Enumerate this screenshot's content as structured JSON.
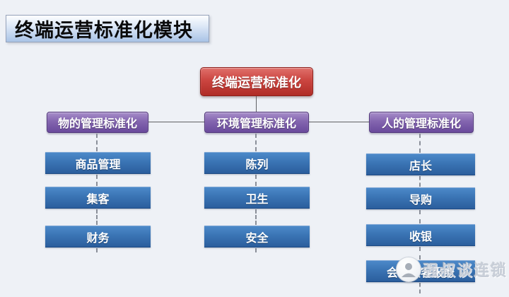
{
  "slide": {
    "title": "终端运营标准化模块"
  },
  "diagram": {
    "root": {
      "label": "终端运营标准化"
    },
    "branches": [
      {
        "label": "物的管理标准化",
        "children": [
          "商品管理",
          "集客",
          "财务"
        ]
      },
      {
        "label": "环境管理标准化",
        "children": [
          "陈列",
          "卫生",
          "安全"
        ]
      },
      {
        "label": "人的管理标准化",
        "children": [
          "店长",
          "导购",
          "收银",
          "会员顾客服务"
        ]
      }
    ]
  },
  "watermark": {
    "text": "强叔谈连锁",
    "logo": "person-badge-icon"
  },
  "colors": {
    "background": "#eef1f6",
    "root_node": "#b02c26",
    "branch_node": "#6a4a9c",
    "leaf_node": "#2b5e9d",
    "banner_gradient_bottom": "#a9c3e6",
    "connector": "#5f6063",
    "watermark_gray": "#c6ccd6"
  }
}
